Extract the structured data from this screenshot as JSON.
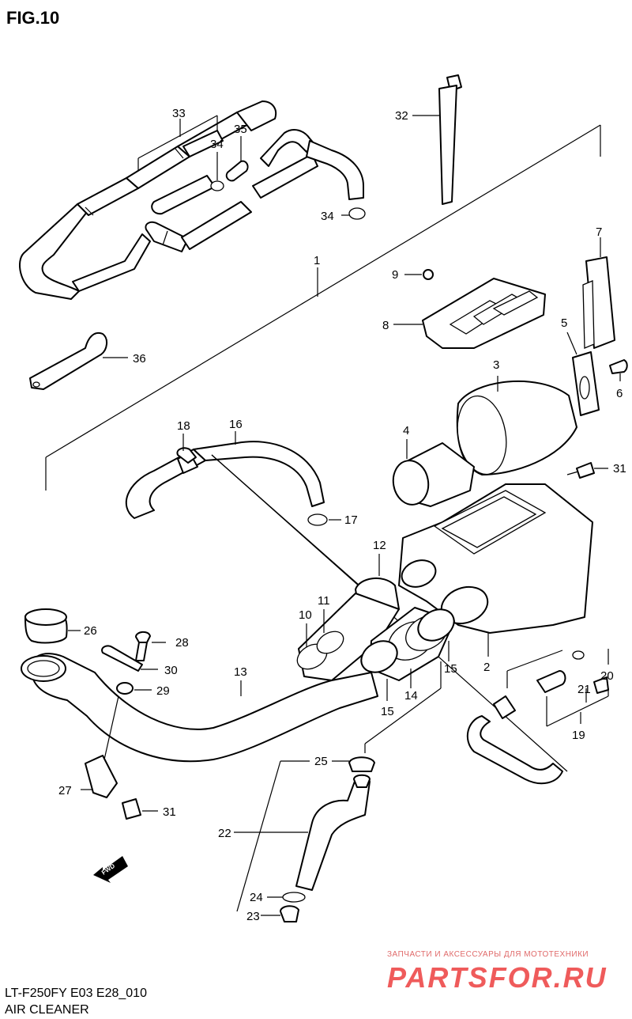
{
  "figure": {
    "title": "FIG.10",
    "model_code": "LT-F250FY E03 E28_010",
    "caption": "AIR CLEANER"
  },
  "callouts": [
    "1",
    "2",
    "3",
    "4",
    "5",
    "6",
    "7",
    "8",
    "9",
    "10",
    "11",
    "12",
    "13",
    "14",
    "15",
    "15",
    "16",
    "17",
    "18",
    "19",
    "20",
    "21",
    "22",
    "23",
    "24",
    "25",
    "26",
    "27",
    "28",
    "29",
    "30",
    "31",
    "31",
    "32",
    "33",
    "34",
    "34",
    "35",
    "36"
  ],
  "watermark": {
    "tagline": "ЗАПЧАСТИ И АКСЕССУАРЫ ДЛЯ МОТОТЕХНИКИ",
    "brand": "PARTSFOR.RU"
  },
  "direction_marker": "FWD"
}
